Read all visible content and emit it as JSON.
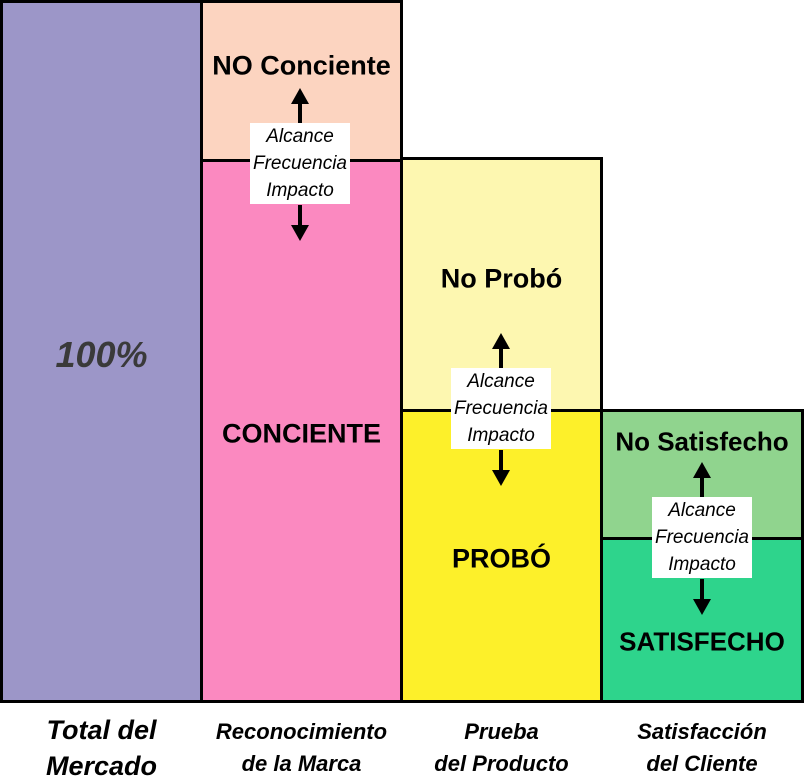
{
  "colors": {
    "total_market": "#9c96c8",
    "no_conciente": "#fcd4c0",
    "conciente": "#fb89c0",
    "no_probo": "#fdf7b0",
    "probo": "#fdf02a",
    "no_satisfecho": "#90d48e",
    "satisfecho": "#2ed48c"
  },
  "total_market": {
    "value_label": "100%"
  },
  "awareness": {
    "top_label": "NO Conciente",
    "bottom_label": "CONCIENTE",
    "modifiers": [
      "Alcance",
      "Frecuencia",
      "Impacto"
    ]
  },
  "trial": {
    "top_label": "No Probó",
    "bottom_label": "PROBÓ",
    "modifiers": [
      "Alcance",
      "Frecuencia",
      "Impacto"
    ]
  },
  "satisfaction": {
    "top_label": "No Satisfecho",
    "bottom_label": "SATISFECHO",
    "modifiers": [
      "Alcance",
      "Frecuencia",
      "Impacto"
    ]
  },
  "stages": [
    {
      "line1": "Total del",
      "line2": "Mercado"
    },
    {
      "line1": "Reconocimiento",
      "line2": "de la Marca"
    },
    {
      "line1": "Prueba",
      "line2": "del Producto"
    },
    {
      "line1": "Satisfacción",
      "line2": "del Cliente"
    }
  ]
}
